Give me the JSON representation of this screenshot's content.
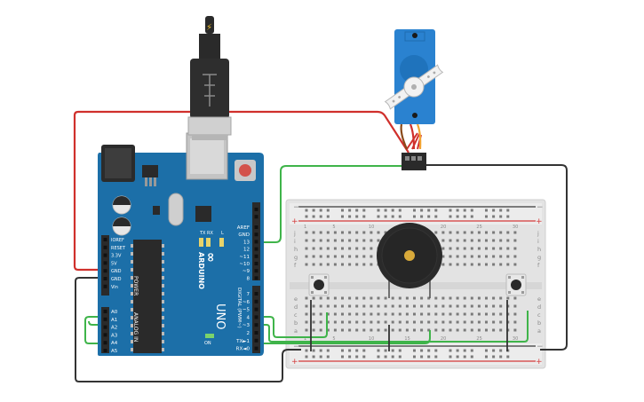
{
  "board": {
    "brand": "ARDUINO",
    "model": "UNO",
    "infinity_mark": "∞",
    "tx_label": "TX",
    "rx_label": "RX",
    "l_label": "L",
    "on_label": "ON",
    "power_section": "POWER",
    "analog_section": "ANALOG IN",
    "digital_section": "DIGITAL (PWM~)",
    "power_pins": [
      "IOREF",
      "RESET",
      "3.3V",
      "5V",
      "GND",
      "GND",
      "Vin"
    ],
    "analog_pins": [
      "A0",
      "A1",
      "A2",
      "A3",
      "A4",
      "A5"
    ],
    "digital_top_pins": [
      "AREF",
      "GND",
      "13",
      "12",
      "~11",
      "~10",
      "~9",
      "8"
    ],
    "digital_bottom_pins": [
      "7",
      "~6",
      "~5",
      "4",
      "~3",
      "2",
      "TX►1",
      "RX◄0"
    ]
  },
  "breadboard": {
    "rail_plus": "+",
    "rail_minus": "−",
    "row_letters_top": [
      "j",
      "i",
      "h",
      "g",
      "f"
    ],
    "row_letters_bottom": [
      "e",
      "d",
      "c",
      "b",
      "a"
    ],
    "column_numbers": [
      "1",
      "5",
      "10",
      "15",
      "20",
      "25",
      "30"
    ]
  },
  "components": {
    "servo": "micro servo",
    "buzzer": "piezo buzzer",
    "button_left": "pushbutton",
    "button_right": "pushbutton",
    "usb": "usb cable"
  },
  "colors": {
    "board": "#1c6fa8",
    "wire_red": "#d0302c",
    "wire_green": "#3fb44a",
    "wire_black": "#333333",
    "servo": "#2a82d0"
  }
}
